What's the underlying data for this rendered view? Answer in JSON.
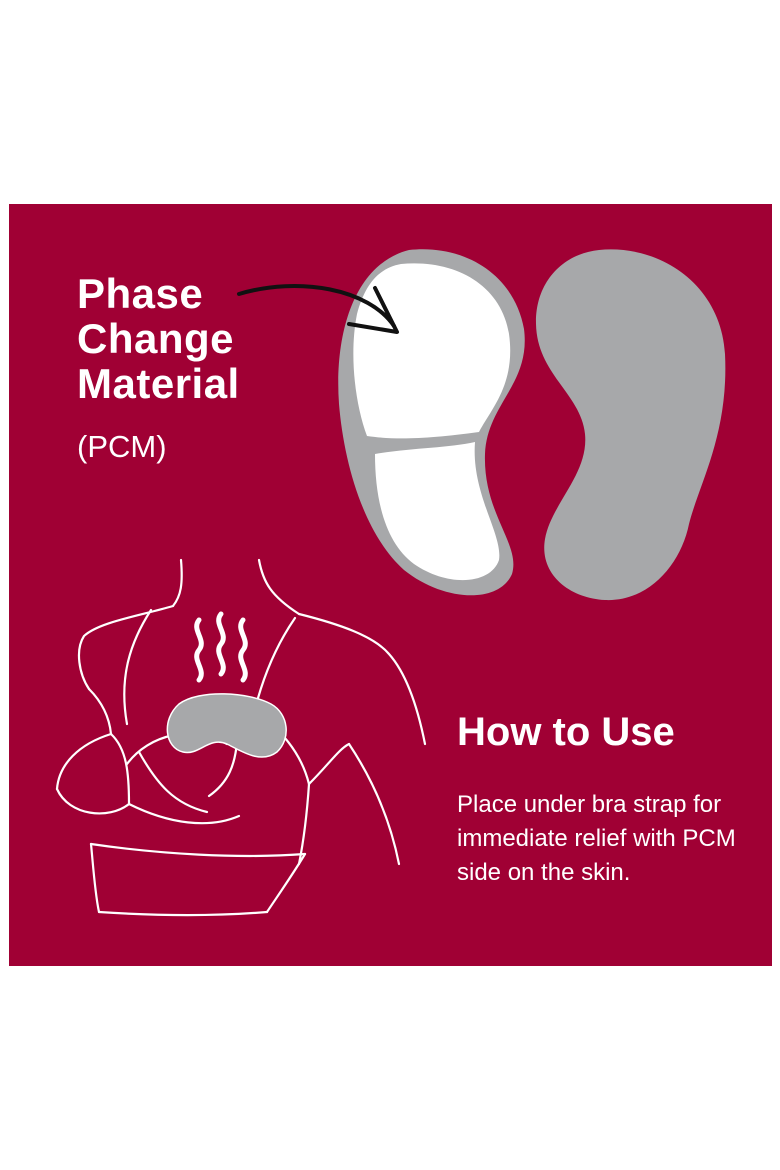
{
  "heading": {
    "line1": "Phase",
    "line2": "Change",
    "line3": "Material",
    "abbr": "(PCM)"
  },
  "how_to_use": {
    "title": "How to Use",
    "text": "Place under bra strap for immediate relief with PCM side on the skin."
  },
  "colors": {
    "panel": "#a00034",
    "pad_gray": "#a7a8aa",
    "pad_white": "#ffffff",
    "line": "#ffffff",
    "arrow": "#111111"
  },
  "icons": [
    "curved-arrow-icon",
    "pcm-pad-front-icon",
    "pcm-pad-back-icon",
    "body-outline-icon",
    "heat-waves-icon"
  ]
}
